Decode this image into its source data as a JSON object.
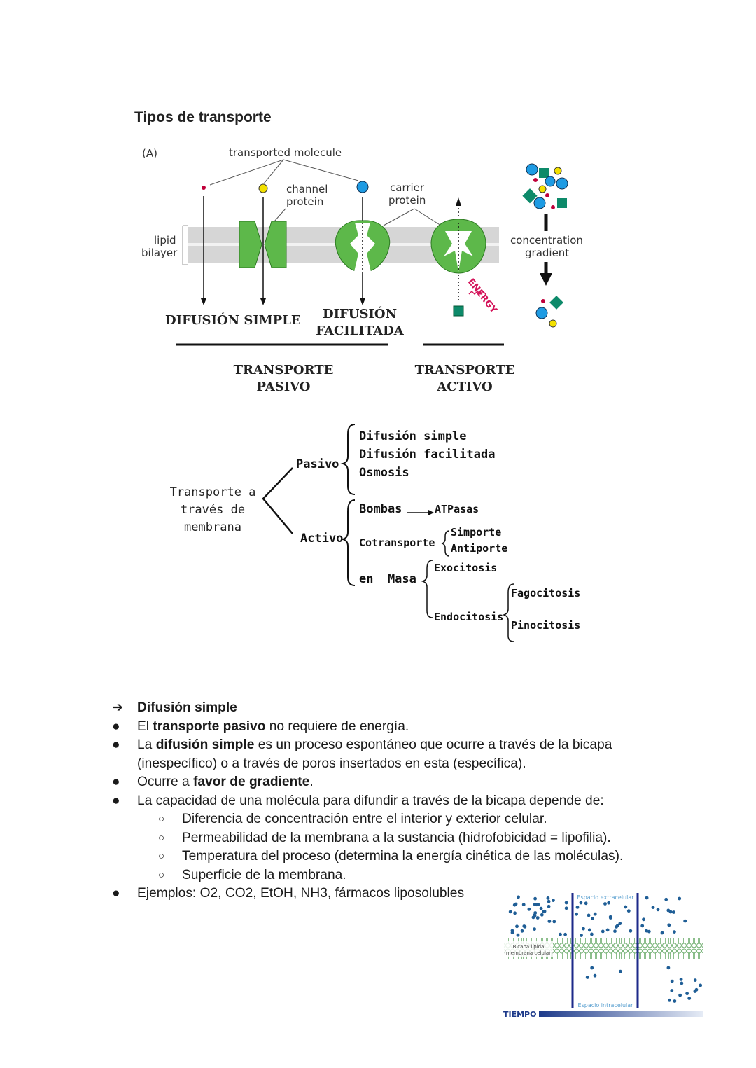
{
  "section_title": "Tipos de transporte",
  "figure": {
    "panel_label": "(A)",
    "transported_molecule": "transported molecule",
    "channel_protein": [
      "channel",
      "protein"
    ],
    "carrier_protein": [
      "carrier",
      "protein"
    ],
    "lipid_bilayer": [
      "lipid",
      "bilayer"
    ],
    "concentration_gradient": [
      "concentration",
      "gradient"
    ],
    "energy": "ENERGY",
    "difusion_simple": "DIFUSIÓN SIMPLE",
    "difusion_facilitada": [
      "DIFUSIÓN",
      "FACILITADA"
    ],
    "transporte_pasivo": [
      "TRANSPORTE",
      "PASIVO"
    ],
    "transporte_activo": [
      "TRANSPORTE",
      "ACTIVO"
    ],
    "colors": {
      "membrane": "#d4d4d4",
      "protein": "#5db84a",
      "yellow": "#f2e000",
      "blue": "#1e9be3",
      "teal": "#0d8a6a",
      "red": "#c0003a"
    }
  },
  "tree": {
    "root": [
      "Transporte a",
      "través de",
      "membrana"
    ],
    "pasivo": "Pasivo",
    "pasivo_items": [
      "Difusión simple",
      "Difusión facilitada",
      "Osmosis"
    ],
    "activo": "Activo",
    "bombas": "Bombas",
    "atpasas": "ATPasas",
    "cotransporte": "Cotransporte",
    "simporte": "Simporte",
    "antiporte": "Antiporte",
    "en_masa": "en  Masa",
    "exocitosis": "Exocitosis",
    "endocitosis": "Endocitosis",
    "fagocitosis": "Fagocitosis",
    "pinocitosis": "Pinocitosis"
  },
  "notes": {
    "heading": "Difusión simple",
    "b1_pre": "El ",
    "b1_bold": "transporte pasivo",
    "b1_post": " no requiere de energía.",
    "b2_pre": "La ",
    "b2_bold": "difusión simple",
    "b2_post": " es un proceso espontáneo que ocurre a través de la bicapa (inespecífico) o a través de poros insertados en esta (específica).",
    "b3_pre": "Ocurre a ",
    "b3_bold": "favor de gradiente",
    "b3_post": ".",
    "b4": "La capacidad de una molécula para difundir a través de la bicapa depende de:",
    "sub": [
      "Diferencia de concentración entre el interior y exterior celular.",
      "Permeabilidad de la membrana a la sustancia (hidrofobicidad = lipofilia).",
      "Temperatura del proceso (determina la energía cinética de las moléculas).",
      "Superficie de la membrana."
    ],
    "b5": "Ejemplos: O2, CO2, EtOH, NH3, fármacos liposolubles"
  },
  "diffusion_image": {
    "extracelular": "Espacio extracelular",
    "intracelular": "Espacio intracelular",
    "bicapa": [
      "Bicapa lípida",
      "(membrana celular)"
    ],
    "tiempo": "TIEMPO",
    "colors": {
      "dot": "#1f5e96",
      "line": "#1d2a8a",
      "membrane": "#9fd09f"
    }
  }
}
